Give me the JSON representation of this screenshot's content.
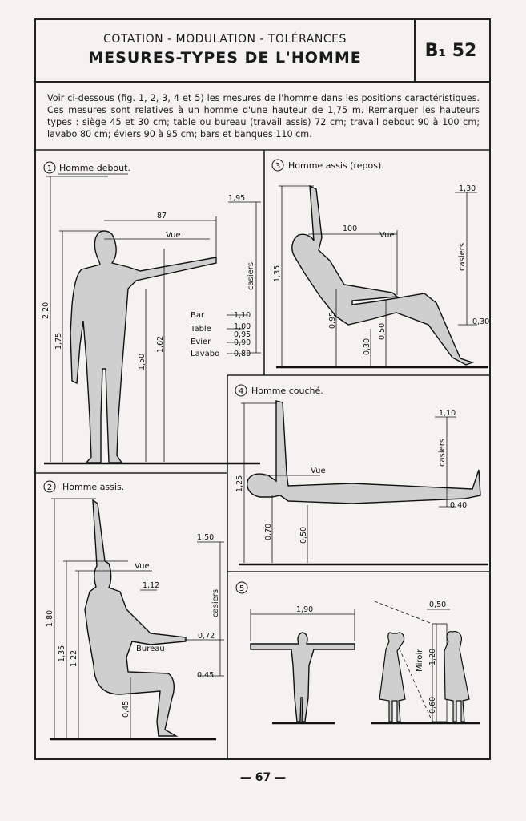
{
  "header": {
    "subtitle": "COTATION - MODULATION - TOLÉRANCES",
    "title": "MESURES-TYPES DE L'HOMME",
    "code": "B₁ 52"
  },
  "intro": {
    "text": "Voir ci-dessous (fig. 1, 2, 3, 4 et 5) les mesures de l'homme dans les positions caractéristiques. Ces mesures sont relatives à un homme d'une hauteur de 1,75 m. Remarquer les hauteurs types : siège 45 et 30 cm; table ou bureau (travail assis) 72 cm; travail debout 90 à 100 cm; lavabo 80 cm; éviers 90 à 95 cm; bars et banques 110 cm."
  },
  "figures": {
    "fig1": {
      "number": "1",
      "title": "Homme debout.",
      "labels": {
        "vue": "Vue",
        "casiers": "casiers",
        "bar": "Bar",
        "table": "Table",
        "evier": "Evier",
        "lavabo": "Lavabo"
      },
      "dims": {
        "reach": "87",
        "top": "1,95",
        "total": "2,20",
        "height": "1,75",
        "d150": "1,50",
        "d162": "1,62",
        "bar": "1,10",
        "table_a": "1,00",
        "table_b": "0,95",
        "evier": "0,90",
        "lavabo": "0,80"
      }
    },
    "fig2": {
      "number": "2",
      "title": "Homme assis.",
      "labels": {
        "vue": "Vue",
        "casiers": "casiers",
        "bureau": "Bureau"
      },
      "dims": {
        "top": "1,50",
        "eye": "1,12",
        "d180": "1,80",
        "d135": "1,35",
        "d122": "1,22",
        "desk": "0,72",
        "seat": "0,45",
        "seat_v": "0,45",
        "low": "0,45"
      }
    },
    "fig3": {
      "number": "3",
      "title": "Homme assis (repos).",
      "labels": {
        "vue": "Vue",
        "casiers": "casiers"
      },
      "dims": {
        "reach": "100",
        "top": "1,30",
        "h135": "1,35",
        "h095": "0,95",
        "h030": "0,30",
        "h050": "0,50",
        "low": "0,30"
      }
    },
    "fig4": {
      "number": "4",
      "title": "Homme couché.",
      "labels": {
        "vue": "Vue",
        "casiers": "casiers"
      },
      "dims": {
        "top": "1,10",
        "h125": "1,25",
        "h070": "0,70",
        "h050": "0,50",
        "low": "0,40"
      }
    },
    "fig5": {
      "number": "5",
      "labels": {
        "miroir": "Miroir"
      },
      "dims": {
        "span": "1,90",
        "mir_w": "0,50",
        "mir_h": "1,20",
        "mir_low": "0,60"
      }
    }
  },
  "page_number": "— 67 —"
}
